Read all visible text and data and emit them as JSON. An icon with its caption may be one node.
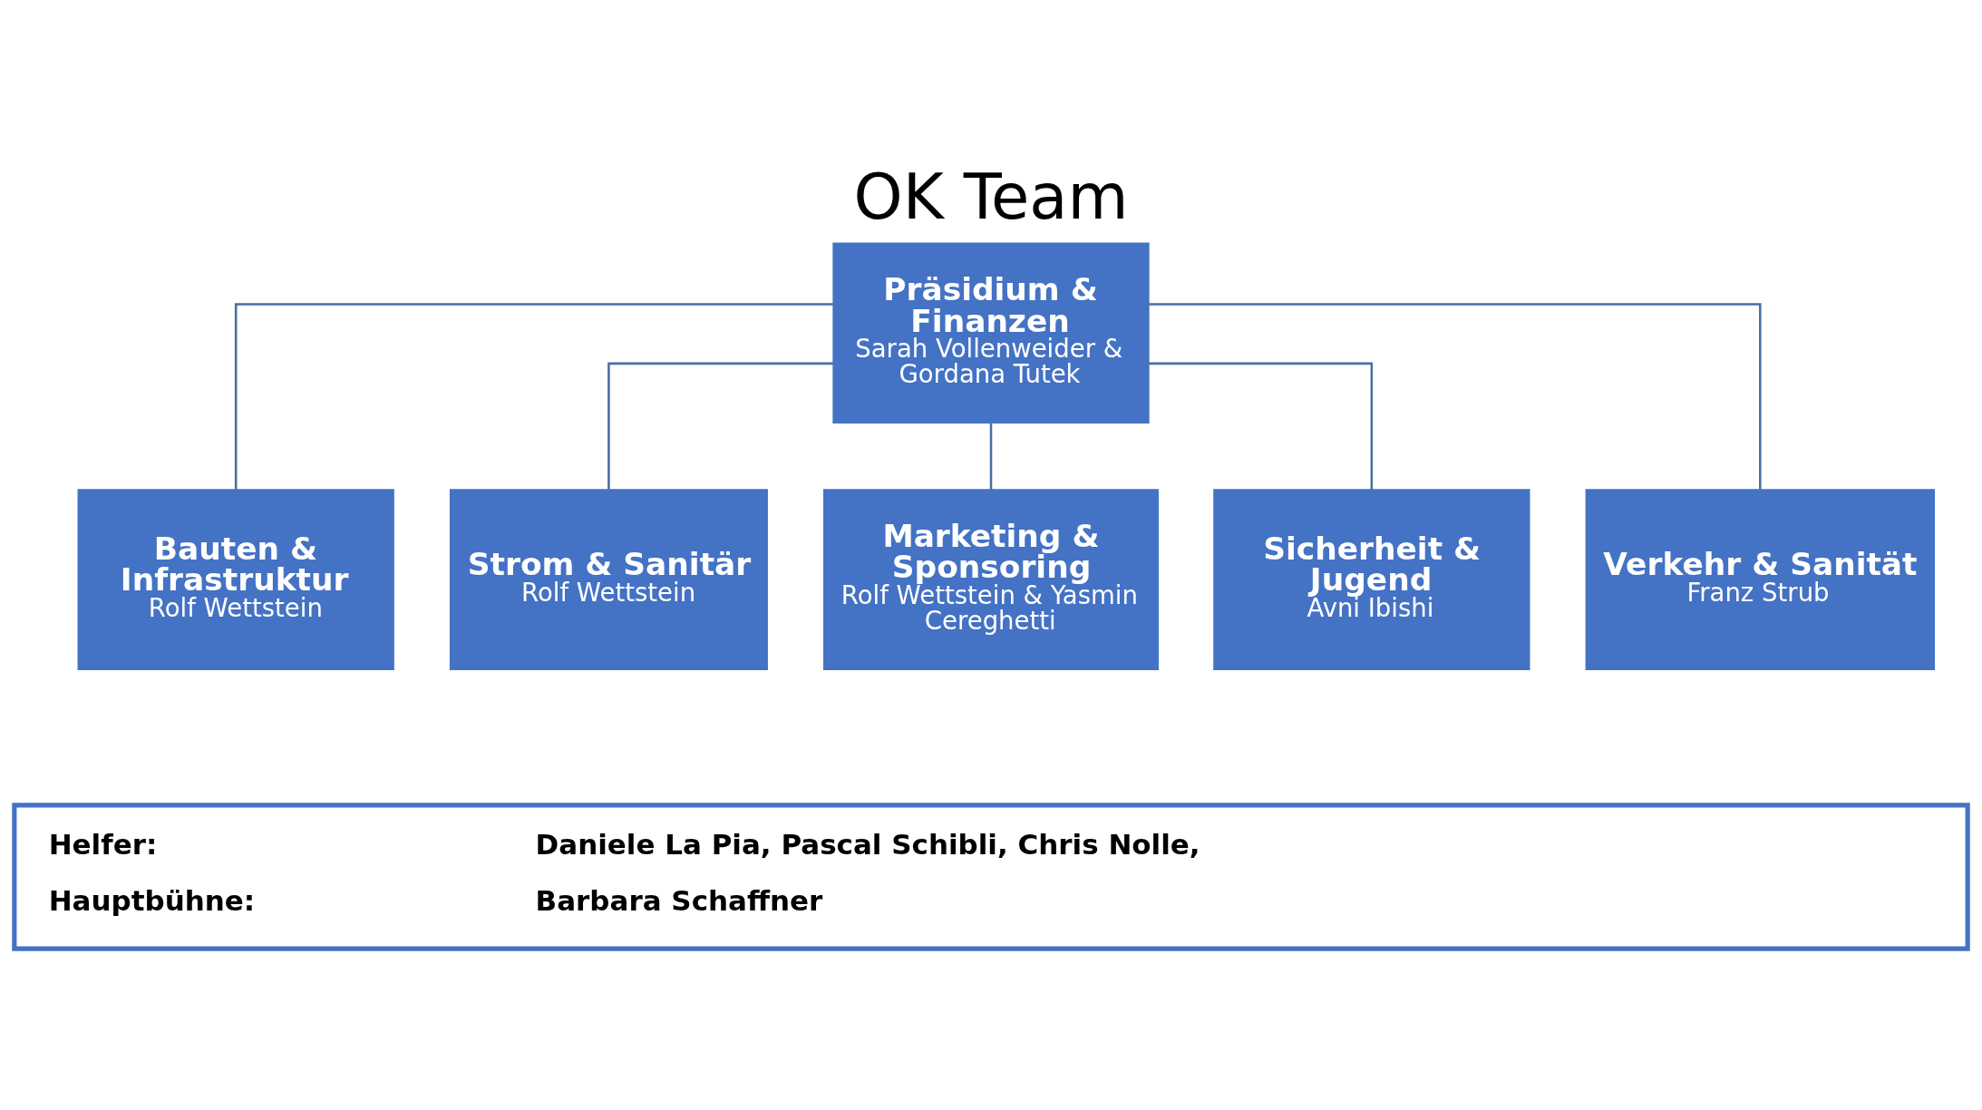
{
  "diagram": {
    "title": "OK Team",
    "nodes": [
      {
        "text": [
          "Präsidium & Finanzen",
          "Sarah Vollenweider & Gordana Tutek"
        ]
      },
      {
        "text": [
          "Bauten & Infrastruktur",
          "Rolf Wettstein"
        ]
      },
      {
        "text": [
          "Strom & Sanitär",
          "Rolf Wettstein"
        ]
      },
      {
        "text": [
          "Marketing & Sponsoring",
          "Rolf Wettstein & Yasmin Cereghetti"
        ]
      },
      {
        "text": [
          "Sicherheit & Jugend",
          "Avni Ibishi"
        ]
      },
      {
        "text": [
          "Verkehr & Sanität",
          "Franz Strub"
        ]
      },
      {
        "text": [
          "Helfer:",
          "Daniele La Pia, Pascal Schibli, Chris Nolle,",
          "Hauptbühne:",
          "Barbara Schaffner"
        ]
      }
    ],
    "edges": [
      {
        "from": 0,
        "to": 1,
        "arrow": "none"
      },
      {
        "from": 0,
        "to": 2,
        "arrow": "none"
      },
      {
        "from": 0,
        "to": 3,
        "arrow": "none"
      },
      {
        "from": 0,
        "to": 4,
        "arrow": "none"
      },
      {
        "from": 0,
        "to": 5,
        "arrow": "none"
      }
    ]
  }
}
